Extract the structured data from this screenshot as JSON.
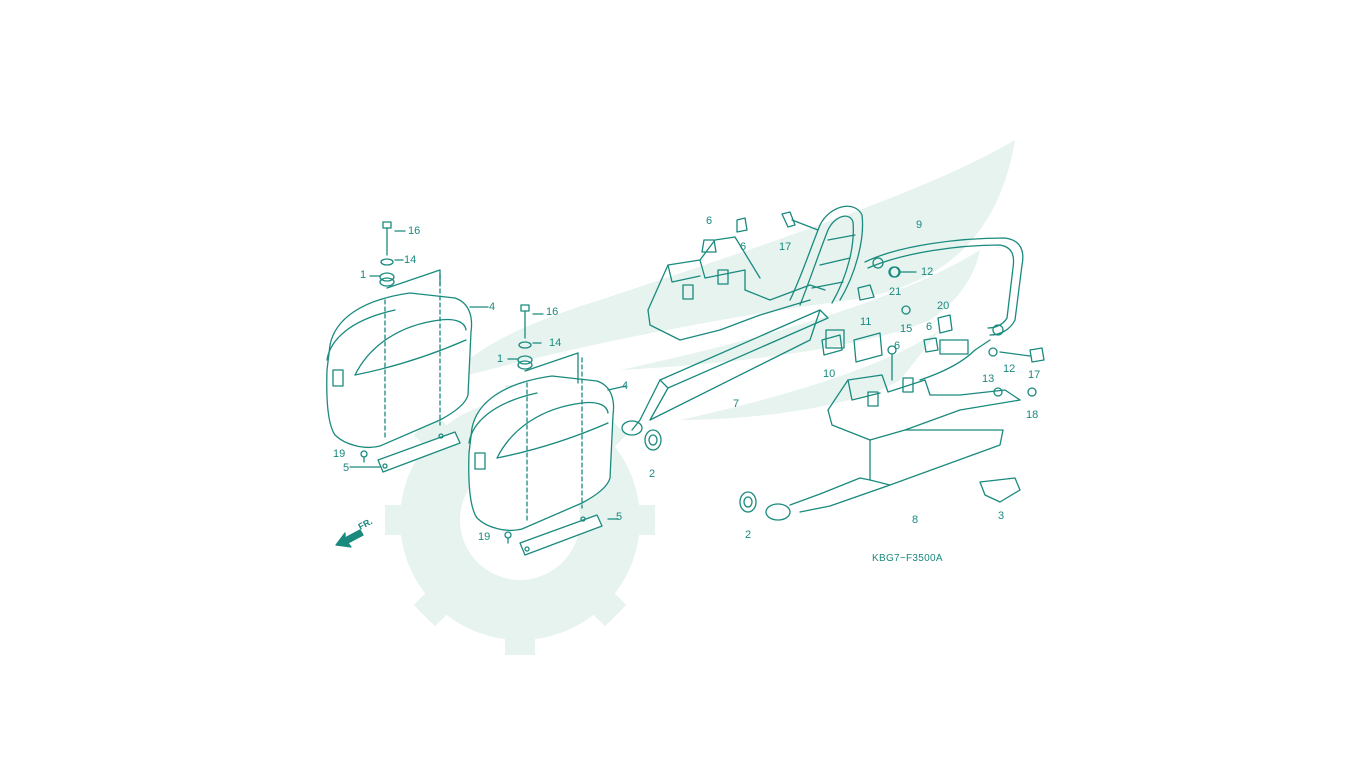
{
  "diagram": {
    "drawing_code": "KBG7−F3500A",
    "front_marker": "FR.",
    "colors": {
      "line": "#1a8a7e",
      "watermark": "#e6f3ef"
    },
    "callouts": [
      {
        "id": "c16a",
        "text": "16"
      },
      {
        "id": "c14a",
        "text": "14"
      },
      {
        "id": "c1a",
        "text": "1"
      },
      {
        "id": "c4a",
        "text": "4"
      },
      {
        "id": "c19a",
        "text": "19"
      },
      {
        "id": "c5a",
        "text": "5"
      },
      {
        "id": "c16b",
        "text": "16"
      },
      {
        "id": "c14b",
        "text": "14"
      },
      {
        "id": "c1b",
        "text": "1"
      },
      {
        "id": "c4b",
        "text": "4"
      },
      {
        "id": "c19b",
        "text": "19"
      },
      {
        "id": "c5b",
        "text": "5"
      },
      {
        "id": "c6a",
        "text": "6"
      },
      {
        "id": "c6b",
        "text": "6"
      },
      {
        "id": "c17a",
        "text": "17"
      },
      {
        "id": "c9",
        "text": "9"
      },
      {
        "id": "c12a",
        "text": "12"
      },
      {
        "id": "c21",
        "text": "21"
      },
      {
        "id": "c15",
        "text": "15"
      },
      {
        "id": "c20",
        "text": "20"
      },
      {
        "id": "c11",
        "text": "11"
      },
      {
        "id": "c6c",
        "text": "6"
      },
      {
        "id": "c6d",
        "text": "6"
      },
      {
        "id": "c10",
        "text": "10"
      },
      {
        "id": "c12b",
        "text": "12"
      },
      {
        "id": "c17b",
        "text": "17"
      },
      {
        "id": "c13",
        "text": "13"
      },
      {
        "id": "c18",
        "text": "18"
      },
      {
        "id": "c7",
        "text": "7"
      },
      {
        "id": "c2a",
        "text": "2"
      },
      {
        "id": "c8",
        "text": "8"
      },
      {
        "id": "c3",
        "text": "3"
      },
      {
        "id": "c2b",
        "text": "2"
      }
    ]
  }
}
